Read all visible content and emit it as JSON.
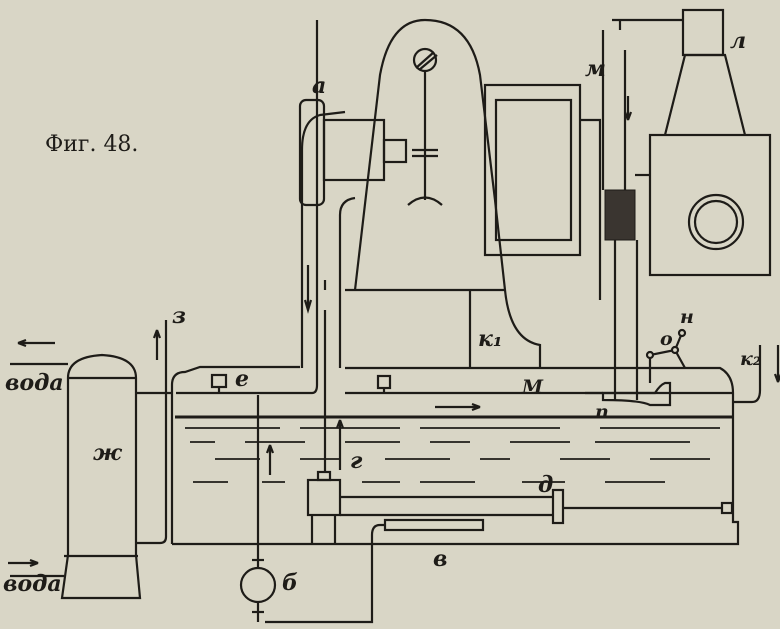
{
  "figure": {
    "caption": "Фиг. 48.",
    "labels": {
      "a": "а",
      "b": "б",
      "v": "в",
      "g": "г",
      "d": "д",
      "e": "е",
      "zh": "ж",
      "z": "з",
      "k1": "к₁",
      "k2": "к₂",
      "l": "л",
      "m_small": "м",
      "m_big": "М",
      "n": "н",
      "o": "о",
      "p": "п",
      "water_out": "вода",
      "water_in": "вода"
    }
  },
  "colors": {
    "paper": "#d9d6c6",
    "ink": "#1e1c18"
  }
}
